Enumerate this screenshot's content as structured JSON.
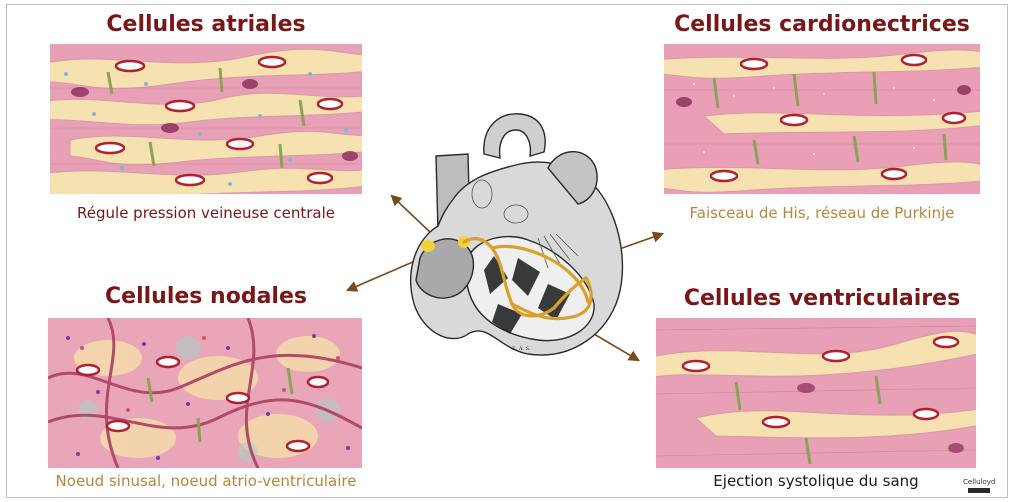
{
  "panels": {
    "atriales": {
      "title": "Cellules atriales",
      "caption": "Régule pression veineuse centrale",
      "caption_color": "#7a1618"
    },
    "cardionectrices": {
      "title": "Cellules cardionectrices",
      "caption": "Faisceau de His, réseau de Purkinje",
      "caption_color": "#b8863b"
    },
    "nodales": {
      "title": "Cellules nodales",
      "caption": "Noeud sinusal, noeud atrio-ventriculaire",
      "caption_color": "#b8863b"
    },
    "ventriculaires": {
      "title": "Cellules ventriculaires",
      "caption": "Ejection systolique du sang",
      "caption_color": "#1a1a1a"
    }
  },
  "heart": {
    "annotation": "E. A. S."
  },
  "logo": {
    "text": "Celluloyd"
  },
  "colors": {
    "title": "#7a1618",
    "tissue_pink": "#e9a3b8",
    "cell_cream": "#f6e1b1",
    "junction_green": "#8aa254",
    "nucleus_red": "#b0202e",
    "conduction_gold": "#d9a12c",
    "arrow_brown": "#7a4a1c"
  }
}
